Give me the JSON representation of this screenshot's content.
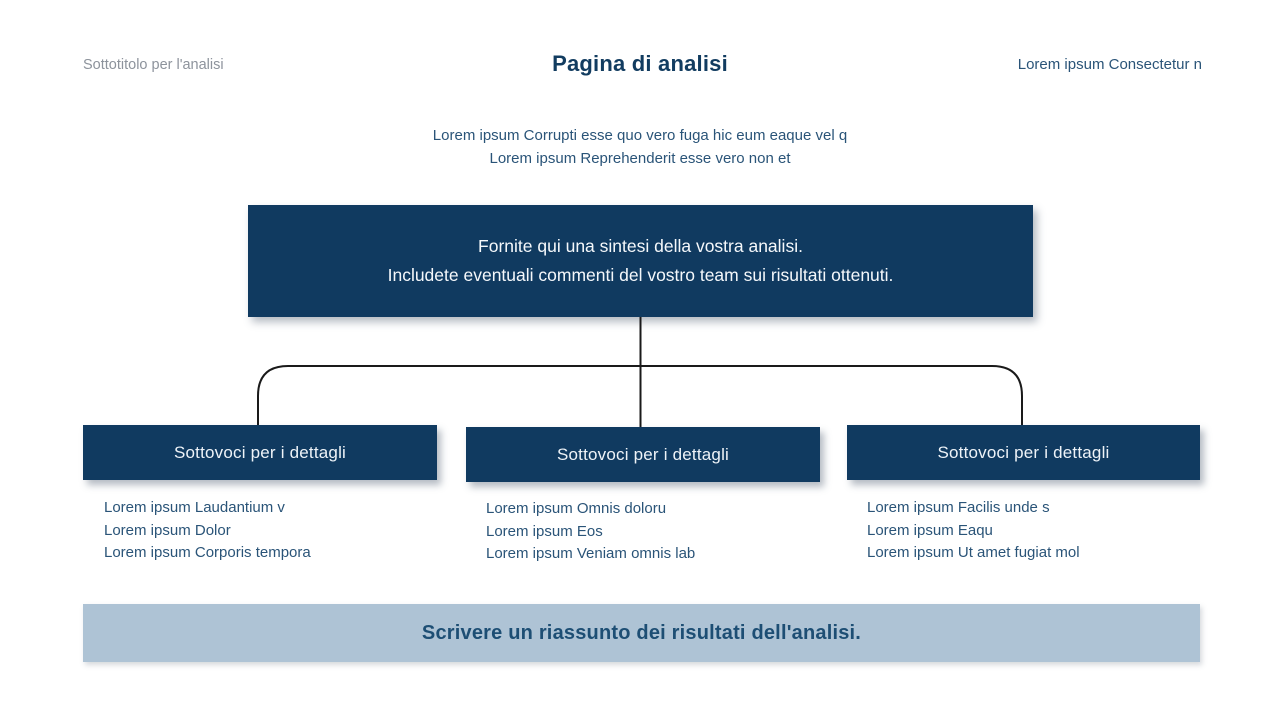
{
  "page": {
    "header": {
      "subtitle": "Sottotitolo per l'analisi",
      "title": "Pagina di analisi",
      "right_note": "Lorem ipsum Consectetur n"
    },
    "intro": {
      "line1": "Lorem ipsum Corrupti esse quo vero fuga hic eum eaque vel q",
      "line2": "Lorem ipsum Reprehenderit esse vero non et"
    },
    "summary_box": {
      "line1": "Fornite qui una sintesi della vostra analisi.",
      "line2": "Includete eventuali commenti del vostro team sui risultati ottenuti."
    },
    "columns": [
      {
        "header": "Sottovoci per i dettagli",
        "items": [
          "Lorem ipsum Laudantium v",
          "Lorem ipsum Dolor",
          "Lorem ipsum Corporis tempora"
        ]
      },
      {
        "header": "Sottovoci per i dettagli",
        "items": [
          "Lorem ipsum Omnis doloru",
          "Lorem ipsum Eos",
          "Lorem ipsum Veniam omnis lab"
        ]
      },
      {
        "header": "Sottovoci per i dettagli",
        "items": [
          "Lorem ipsum Facilis unde s",
          "Lorem ipsum Eaqu",
          "Lorem ipsum Ut amet fugiat mol"
        ]
      }
    ],
    "footer": {
      "text": "Scrivere un riassunto dei risultati dell'analisi."
    },
    "colors": {
      "navy": "#103a60",
      "footer_bg": "#aec3d5",
      "footer_text": "#1d4e74",
      "text_blue": "#2a5478",
      "title_blue": "#123c60",
      "subtitle_gray": "#8d939c",
      "connector": "#1a1a1a"
    }
  }
}
